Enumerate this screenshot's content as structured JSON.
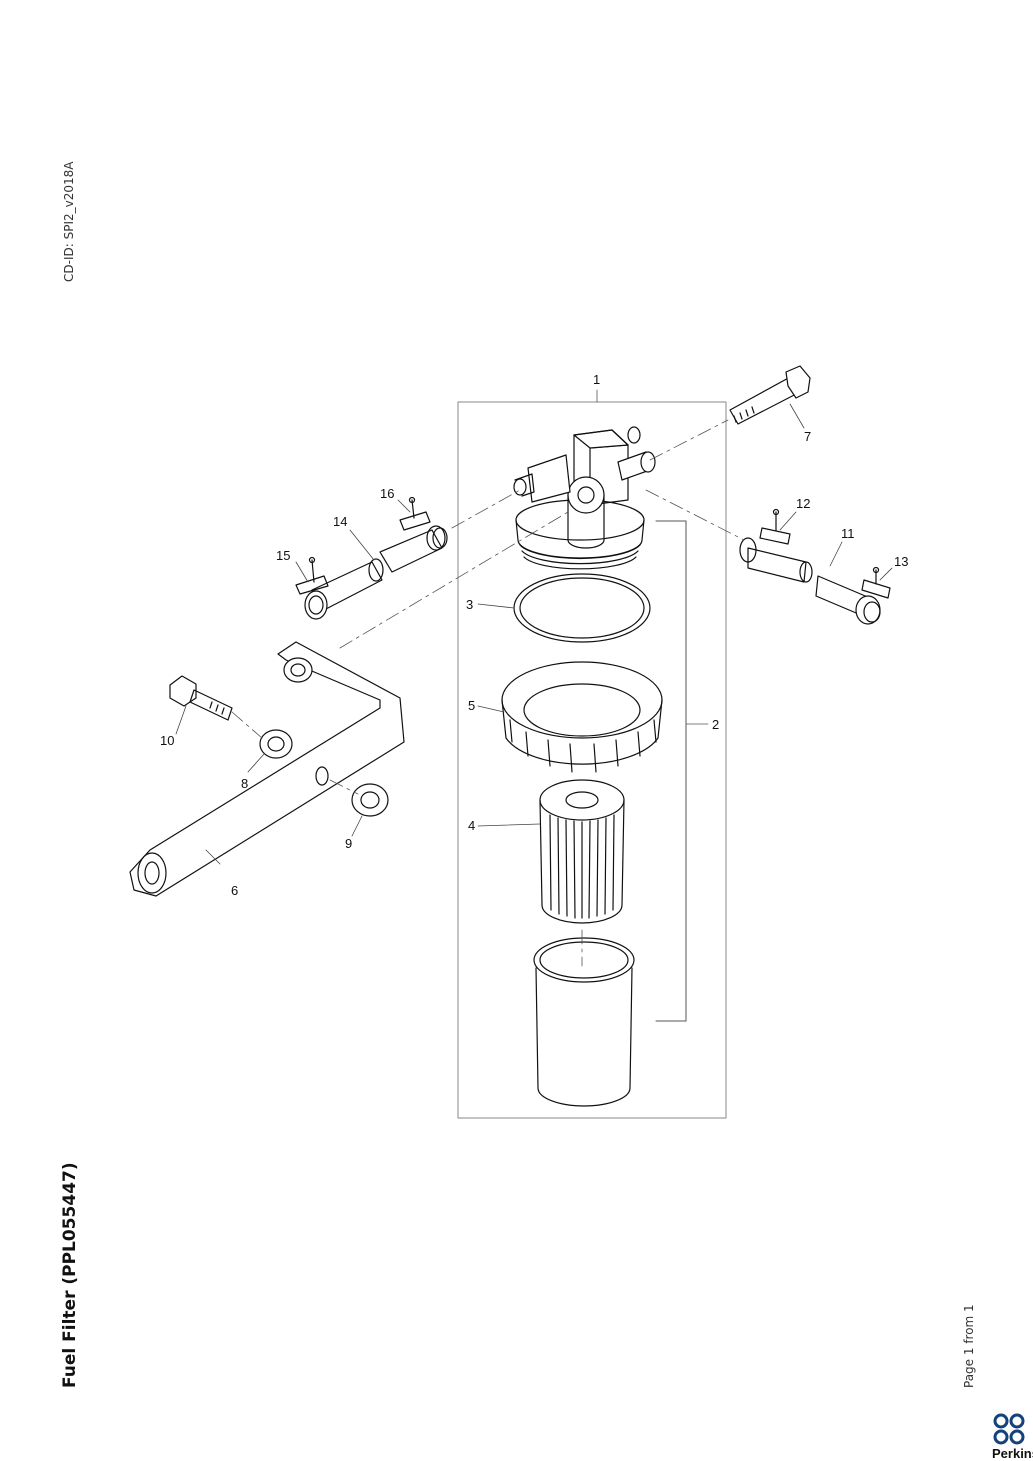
{
  "document": {
    "cd_id": "CD-ID: SPI2_v2018A",
    "title": "Fuel Filter (PPL055447)",
    "page": "Page 1 from 1",
    "brand": "Perkins"
  },
  "callouts": [
    "1",
    "2",
    "3",
    "4",
    "5",
    "6",
    "7",
    "8",
    "9",
    "10",
    "11",
    "12",
    "13",
    "14",
    "15",
    "16"
  ],
  "colors": {
    "line": "#111111",
    "frame": "#888888",
    "brand": "#14427a"
  }
}
